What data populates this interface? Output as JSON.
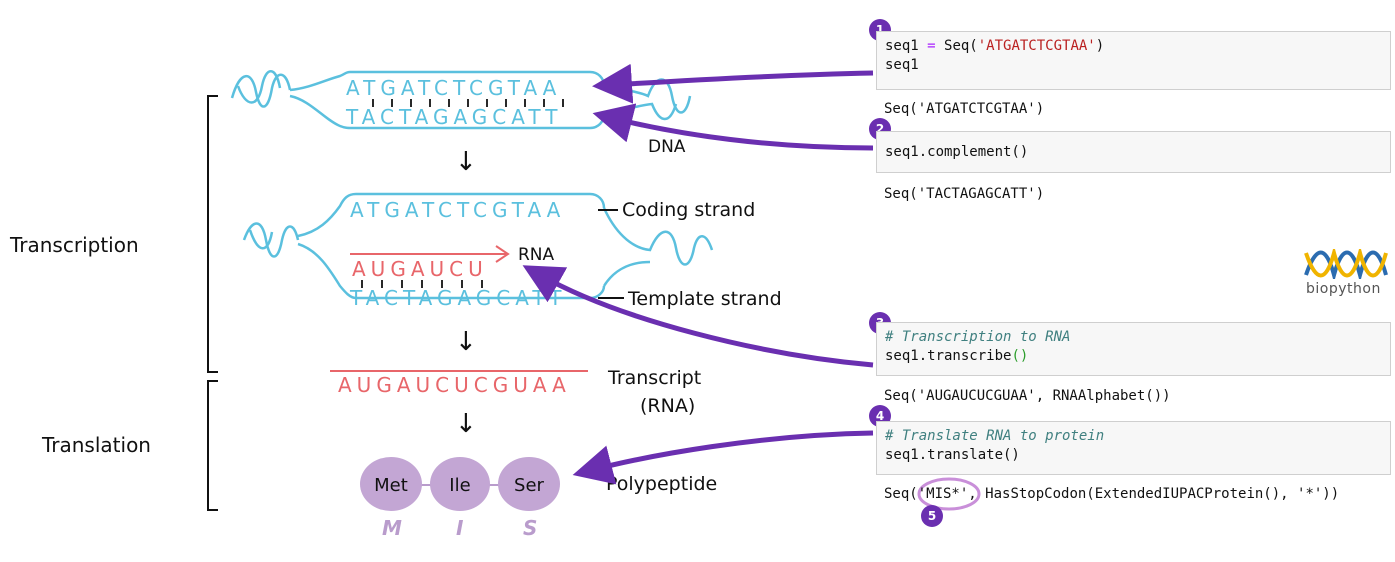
{
  "diagram": {
    "labels": {
      "transcription": "Transcription",
      "translation": "Translation",
      "dna": "DNA",
      "coding_strand": "Coding strand",
      "template_strand": "Template strand",
      "rna": "RNA",
      "transcript_line1": "Transcript",
      "transcript_line2": "(RNA)",
      "polypeptide": "Polypeptide"
    },
    "dna_top_strand": "ATGATCTCGTAA",
    "dna_bottom_strand": "TACTAGAGCATT",
    "coding_strand_seq": "ATGATCTCGTAA",
    "template_strand_seq": "TACTAGAGCATT",
    "rna_partial": "AUGAUCU",
    "transcript_seq": "AUGAUCUCGUAA",
    "amino_acids": [
      {
        "name": "Met",
        "letter": "M"
      },
      {
        "name": "Ile",
        "letter": "I"
      },
      {
        "name": "Ser",
        "letter": "S"
      }
    ],
    "arrow_glyph": "↓"
  },
  "notebook": {
    "cells": [
      {
        "badge": "1",
        "code_line1_var": "seq1",
        "code_line1_op": " = ",
        "code_line1_fn": "Seq(",
        "code_line1_str": "'ATGATCTCGTAA'",
        "code_line1_end": ")",
        "code_line2": "seq1",
        "output": "Seq('ATGATCTCGTAA')"
      },
      {
        "badge": "2",
        "code_line1": "seq1.complement()",
        "output": "Seq('TACTAGAGCATT')"
      },
      {
        "badge": "3",
        "comment": "# Transcription to RNA",
        "code_line2_pre": "seq1.transcribe",
        "code_line2_paren": "()",
        "output": "Seq('AUGAUCUCGUAA', RNAAlphabet())"
      },
      {
        "badge": "4",
        "comment": "# Translate RNA to protein",
        "code_line2": "seq1.translate()",
        "output_pre": "Seq(",
        "output_mid": "'MIS*'",
        "output_post": ", HasStopCodon(ExtendedIUPACProtein(), '*'))"
      }
    ],
    "badge5": "5"
  },
  "logo": {
    "text": "biopython"
  },
  "colors": {
    "dna_blue": "#5bc0de",
    "rna_red": "#e8666a",
    "purple_arrow": "#6a2fb0",
    "amino_fill": "#c3a6d4",
    "amino_letter": "#b99ccc"
  }
}
